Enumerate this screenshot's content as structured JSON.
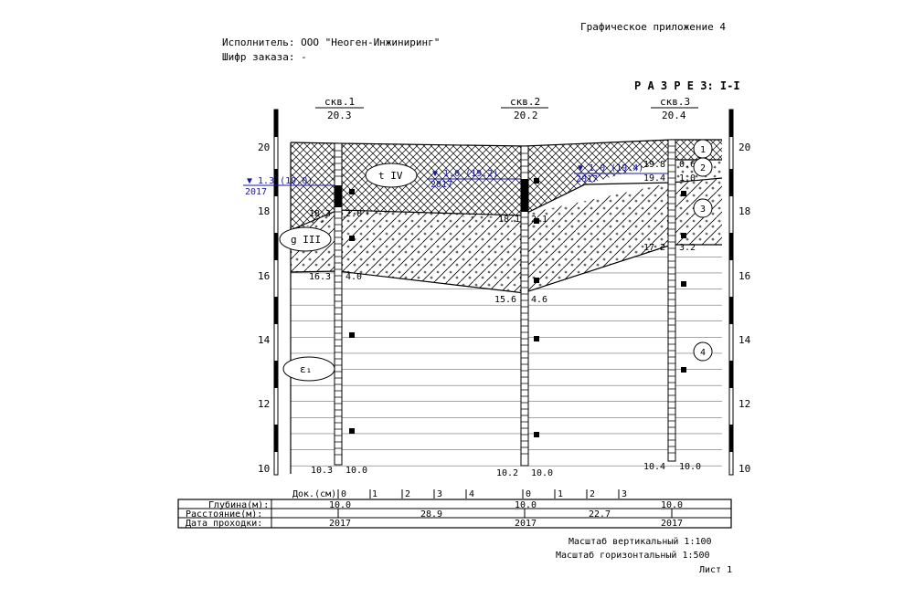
{
  "header": {
    "appendix": "Графическое приложение 4",
    "executor": "Исполнитель: ООО \"Неоген-Инжиниринг\"",
    "order_code": "Шифр заказа: -",
    "section_title": "Р А З Р Е З: I-I"
  },
  "left_scale_ticks": [
    "20",
    "18",
    "16",
    "14",
    "12",
    "10"
  ],
  "right_scale_ticks": [
    "20",
    "18",
    "16",
    "14",
    "12",
    "10"
  ],
  "wells": [
    {
      "name": "скв.1",
      "elevation": "20.3",
      "water_level": "▼ 1.3  (19.0)",
      "water_year": "2017",
      "labels_left": [
        "18.3",
        "16.3",
        "10.3"
      ],
      "labels_right": [
        "2.0",
        "4.0",
        "10.0"
      ]
    },
    {
      "name": "скв.2",
      "elevation": "20.2",
      "water_level": "▼ 1.0  (19.2)",
      "water_year": "2017",
      "labels_left": [
        "18.1",
        "15.6",
        "10.2"
      ],
      "labels_right": [
        "2.1",
        "4.6",
        "10.0"
      ]
    },
    {
      "name": "скв.3",
      "elevation": "20.4",
      "water_level": "▼ 1.0  (19.4)",
      "water_year": "2017",
      "labels_left": [
        "19.8",
        "19.4",
        "17.2",
        "10.4"
      ],
      "labels_right": [
        "0.6",
        "1.0",
        "3.2",
        "10.0"
      ]
    }
  ],
  "layer_numbers": [
    "1",
    "2",
    "3",
    "4"
  ],
  "geology_labels": [
    "t IV",
    "g III",
    "ε₁"
  ],
  "table": {
    "doc_label": "Док.(см)",
    "doc_ticks_well1": [
      "0",
      "1",
      "2",
      "3",
      "4"
    ],
    "doc_ticks_well2": [
      "0",
      "1",
      "2",
      "3"
    ],
    "rows": [
      {
        "label": "Глубина(м):",
        "values": [
          "10.0",
          "10.0",
          "10.0"
        ]
      },
      {
        "label": "Расстояние(м):",
        "values": [
          "28.9",
          "22.7"
        ]
      },
      {
        "label": "Дата проходки:",
        "values": [
          "2017",
          "2017",
          "2017"
        ]
      }
    ]
  },
  "footer": {
    "vertical_scale": "Масштаб вертикальный 1:100",
    "horizontal_scale": "Масштаб горизонтальный 1:500",
    "sheet": "Лист 1"
  },
  "colors": {
    "line": "#000000",
    "water": "#1a1aa0",
    "background": "#ffffff"
  }
}
